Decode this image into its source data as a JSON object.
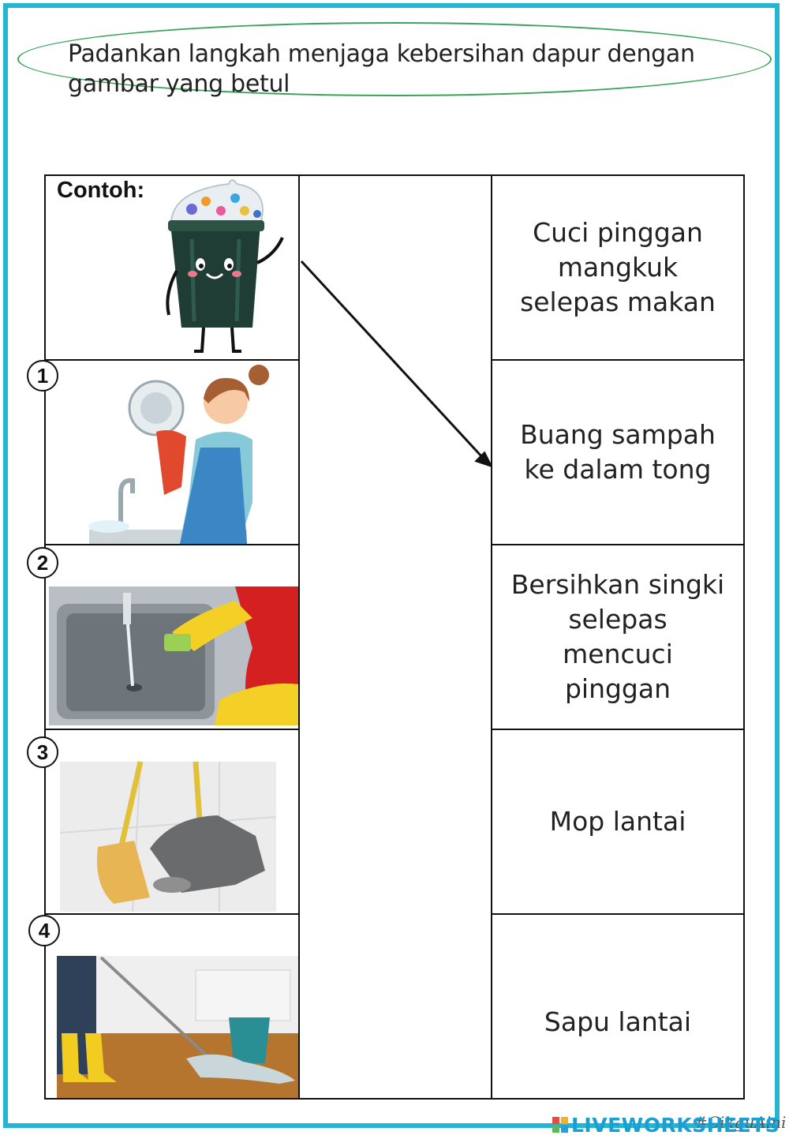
{
  "instruction": {
    "text": "Padankan langkah menjaga kebersihan dapur dengan\ngambar yang betul"
  },
  "example": {
    "label": "Contoh:",
    "icon": "trash-bin-character-icon"
  },
  "picture_rows": [
    {
      "number": "1",
      "icon": "woman-washing-dishes-image"
    },
    {
      "number": "2",
      "icon": "cleaning-sink-image"
    },
    {
      "number": "3",
      "icon": "broom-and-dustpan-image"
    },
    {
      "number": "4",
      "icon": "mopping-floor-image"
    }
  ],
  "answers": [
    {
      "text": "Cuci pinggan\nmangkuk\nselepas makan"
    },
    {
      "text": "Buang sampah\nke dalam tong"
    },
    {
      "text": "Bersihkan singki\nselepas\nmencuci\npinggan"
    },
    {
      "text": "Mop lantai"
    },
    {
      "text": "Sapu lantai"
    }
  ],
  "footer": {
    "signature": "#CikguAini",
    "brand": "LIVEWORKSHEETS"
  },
  "colors": {
    "frame": "#23b5d3",
    "oval": "#3aa35a",
    "brand": "#1b9fd0"
  }
}
